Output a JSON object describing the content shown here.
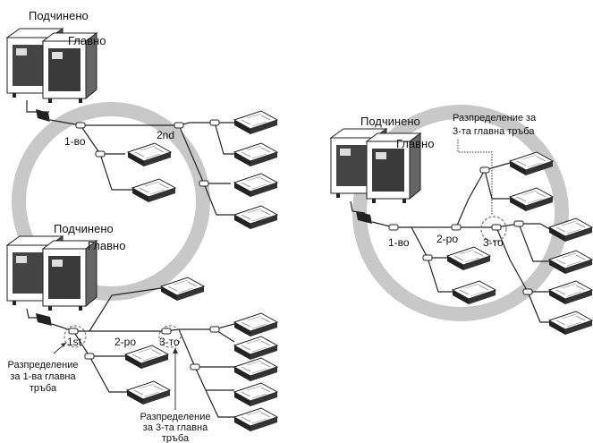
{
  "left_top": {
    "slave_label": "Подчинено",
    "master_label": "Главно",
    "branch_1": "1-во",
    "branch_2": "2nd"
  },
  "left_bottom": {
    "slave_label": "Подчинено",
    "master_label": "Главно",
    "branch_1": "1st",
    "branch_2": "2-ро",
    "branch_3": "3-то",
    "callout_1": [
      "Разпределение",
      "за 1-ва главна",
      "тръба"
    ],
    "callout_3": [
      "Разпределение",
      "за 3-та главна",
      "тръба"
    ]
  },
  "right": {
    "slave_label": "Подчинено",
    "master_label": "Главно",
    "branch_1": "1-во",
    "branch_2": "2-ро",
    "branch_3": "3-то",
    "callout_3": [
      "Разпределение за",
      "3-та главна тръба"
    ]
  },
  "colors": {
    "ring": "#c8c8c8",
    "unit_fill": "#ffffff",
    "unit_dark": "#333333",
    "line": "#222222"
  }
}
